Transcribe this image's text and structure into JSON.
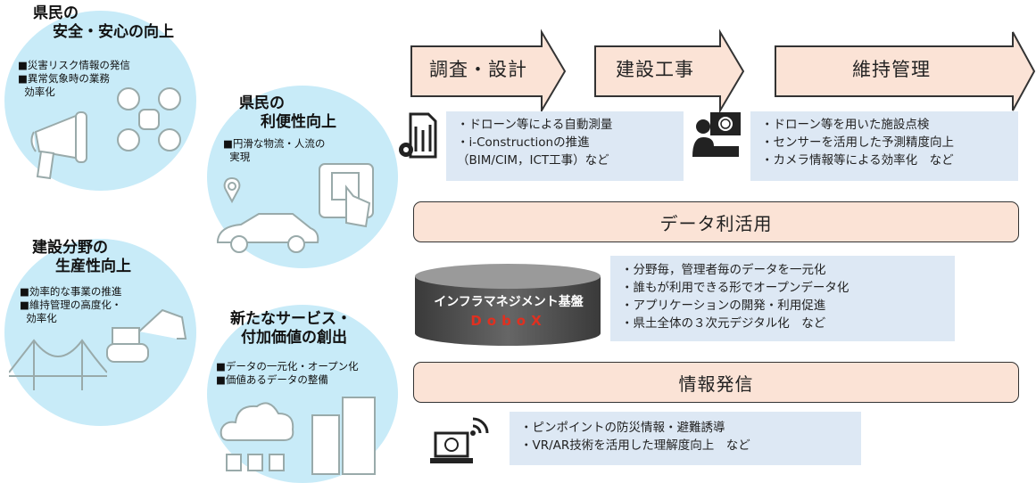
{
  "benefits": [
    {
      "title_lines": [
        "県民の",
        "安全・安心の向上"
      ],
      "items": [
        "■災害リスク情報の発信",
        "■異常気象時の業務",
        "  効率化"
      ]
    },
    {
      "title_lines": [
        "県民の",
        "利便性向上"
      ],
      "items": [
        "■円滑な物流・人流の",
        "  実現"
      ]
    },
    {
      "title_lines": [
        "建設分野の",
        "生産性向上"
      ],
      "items": [
        "■効率的な事業の推進",
        "■維持管理の高度化・",
        "  効率化"
      ]
    },
    {
      "title_lines": [
        "新たなサービス・",
        "付加価値の創出"
      ],
      "items": [
        "■データの一元化・オープン化",
        "■価値あるデータの整備"
      ]
    }
  ],
  "phases": [
    "調査・設計",
    "建設工事",
    "維持管理"
  ],
  "construction_box": [
    "・ドローン等による自動測量",
    "・i-Constructionの推進",
    "（BIM/CIM，ICT工事）など"
  ],
  "maintenance_box": [
    "・ドローン等を用いた施設点検",
    "・センサーを活用した予測精度向上",
    "・カメラ情報等による効率化　など"
  ],
  "data_bar": "データ利活用",
  "platform": {
    "name": "インフラマネジメント基盤",
    "brand": "DoboX",
    "brand_color": "#e03020"
  },
  "data_box": [
    "・分野毎，管理者毎のデータを一元化",
    "・誰もが利用できる形でオープンデータ化",
    "・アプリケーションの開発・利用促進",
    "・県土全体の３次元デジタル化　など"
  ],
  "info_bar": "情報発信",
  "info_box": [
    "・ピンポイントの防災情報・避難誘導",
    "・VR/AR技術を活用した理解度向上　など"
  ],
  "colors": {
    "circle": "#c8ebf8",
    "bar": "#fbe3d6",
    "box": "#dde8f4"
  }
}
